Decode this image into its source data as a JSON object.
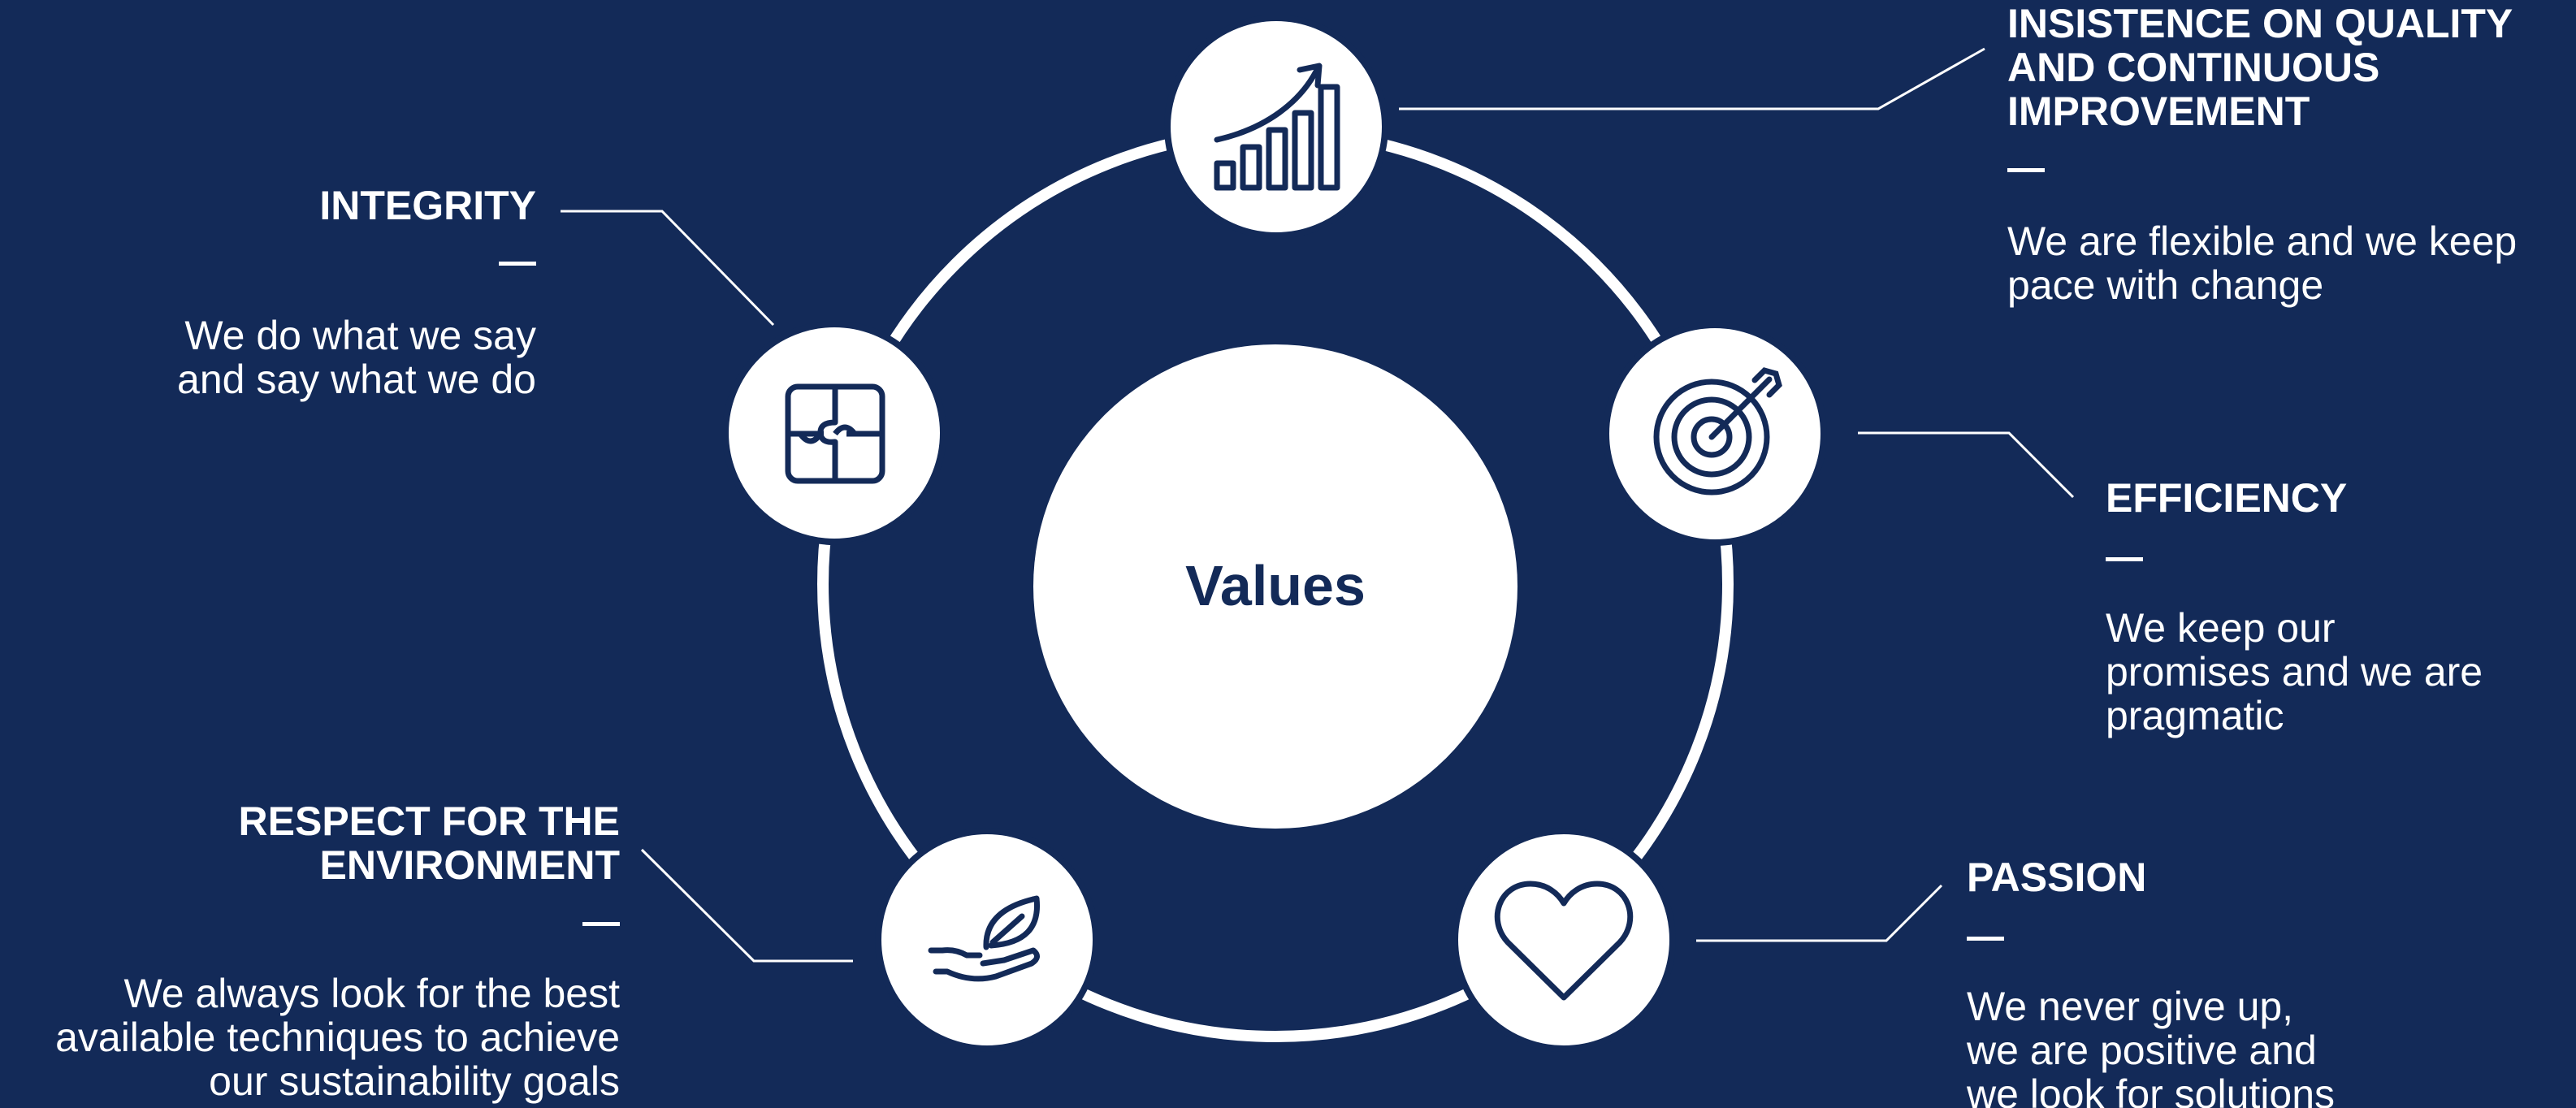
{
  "diagram": {
    "center_label": "Values",
    "colors": {
      "background": "#132a58",
      "foreground": "#ffffff",
      "icon": "#132a58"
    },
    "values": [
      {
        "id": "quality",
        "title": "INSISTENCE ON QUALITY\nAND CONTINUOUS\nIMPROVEMENT",
        "description": "We are flexible and we keep\npace with change",
        "icon": "growth-chart-icon"
      },
      {
        "id": "efficiency",
        "title": "EFFICIENCY",
        "description": "We keep our\npromises and we are\npragmatic",
        "icon": "target-arrow-icon"
      },
      {
        "id": "passion",
        "title": "PASSION",
        "description": "We never give up,\nwe are positive and\nwe look for solutions",
        "icon": "heart-icon"
      },
      {
        "id": "environment",
        "title": "RESPECT FOR THE\nENVIRONMENT",
        "description": "We always look for the best\navailable techniques to achieve\nour sustainability goals",
        "icon": "hand-leaf-icon"
      },
      {
        "id": "integrity",
        "title": "INTEGRITY",
        "description": "We do what we say\nand say what we do",
        "icon": "puzzle-icon"
      }
    ]
  }
}
